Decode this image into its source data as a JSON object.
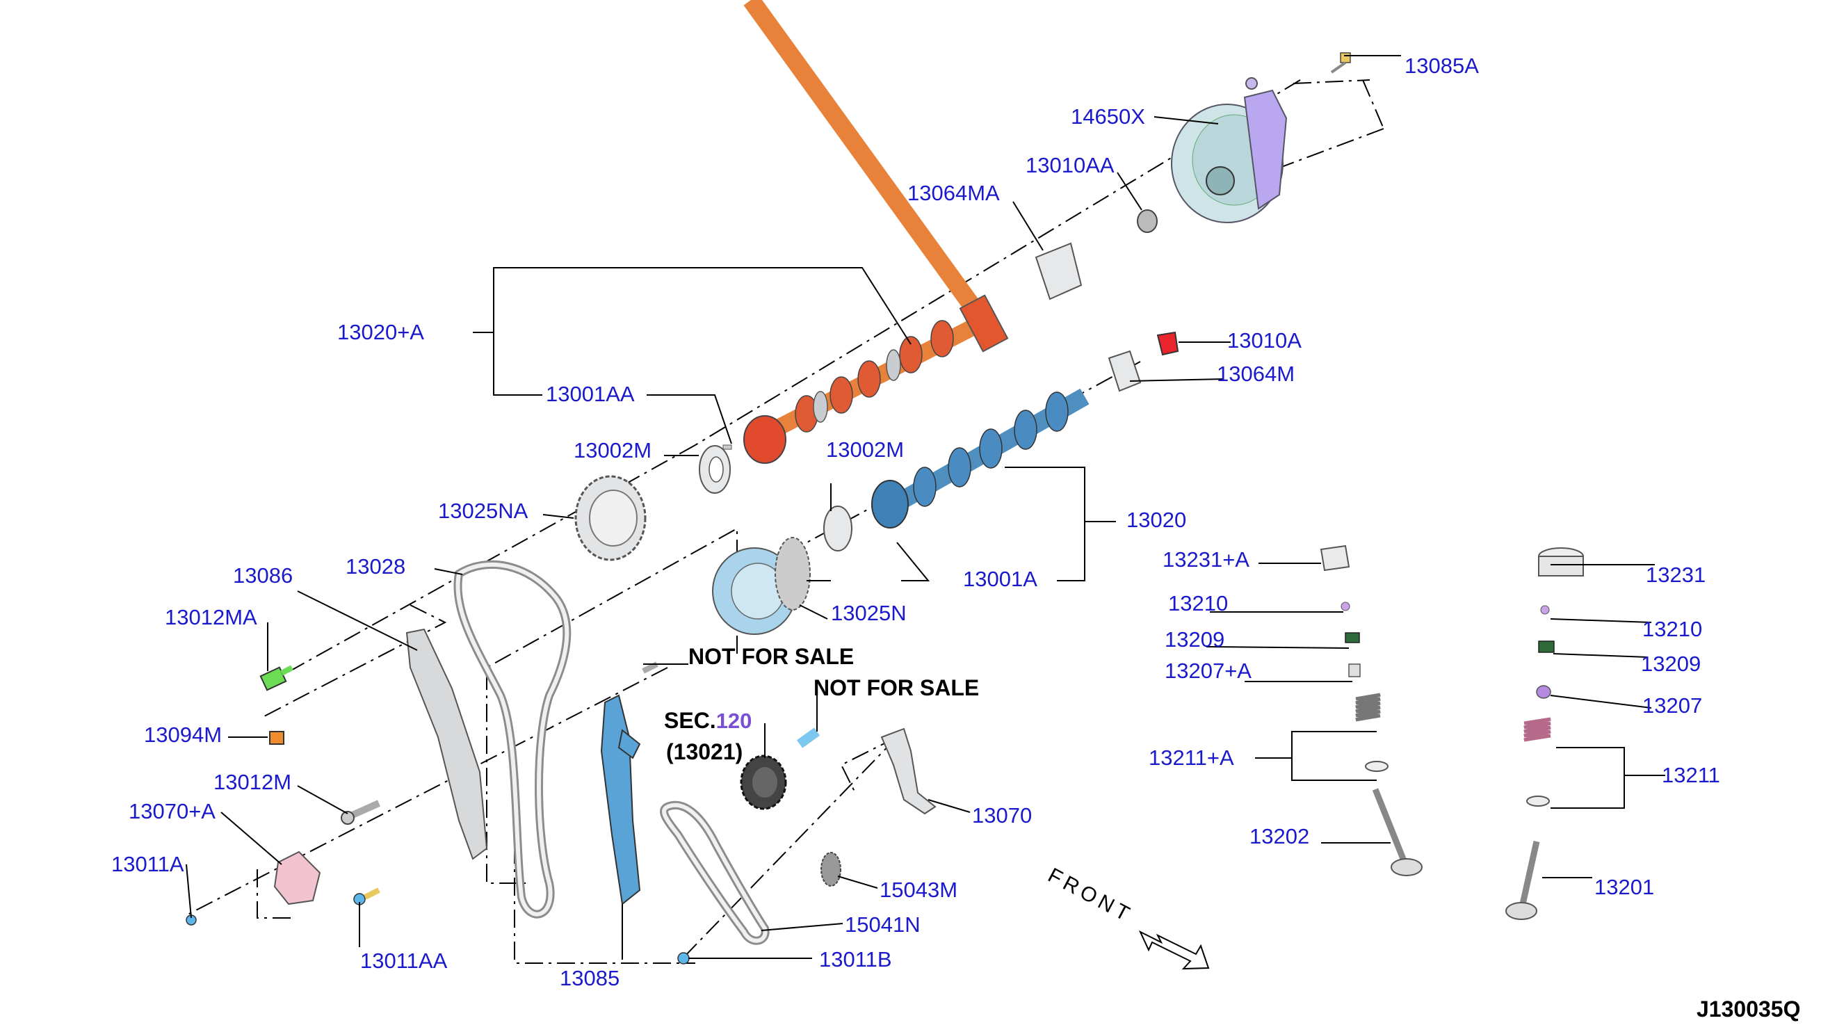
{
  "diagram_id": "J130035Q",
  "labels": {
    "l13085A": "13085A",
    "l14650X": "14650X",
    "l13010AA": "13010AA",
    "l13064MA": "13064MA",
    "l13020A": "13020+A",
    "l13010A": "13010A",
    "l13064M": "13064M",
    "l13001AA": "13001AA",
    "l13002M_a": "13002M",
    "l13002M_b": "13002M",
    "l13025NA": "13025NA",
    "l13020": "13020",
    "l13086": "13086",
    "l13028": "13028",
    "l13001A": "13001A",
    "l13231A": "13231+A",
    "l13231": "13231",
    "l13012MA": "13012MA",
    "l13025N": "13025N",
    "l13210_a": "13210",
    "l13210_b": "13210",
    "l13209_a": "13209",
    "l13209_b": "13209",
    "l13207A": "13207+A",
    "l13207": "13207",
    "l13094M": "13094M",
    "l13211A": "13211+A",
    "l13211": "13211",
    "l13012M": "13012M",
    "l13070A": "13070+A",
    "l13070": "13070",
    "l13202": "13202",
    "l13201": "13201",
    "l13011A": "13011A",
    "l15043M": "15043M",
    "l15041N": "15041N",
    "l13011AA": "13011AA",
    "l13085": "13085",
    "l13011B": "13011B"
  },
  "not_for_sale_1": "NOT FOR SALE",
  "not_for_sale_2": "NOT FOR SALE",
  "sec_prefix": "SEC.",
  "sec_number": "120",
  "sec_ref": "(13021)",
  "front_label": "FRONT"
}
